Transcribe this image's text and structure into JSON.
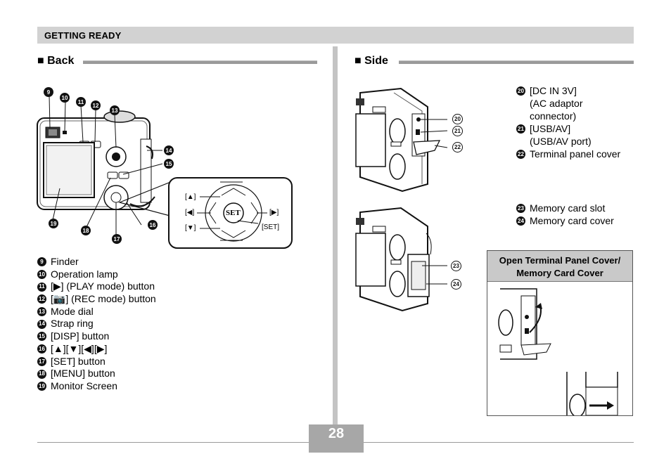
{
  "header": {
    "title": "GETTING READY"
  },
  "back": {
    "title": "■ Back",
    "items": [
      {
        "num": "9",
        "label": "Finder"
      },
      {
        "num": "10",
        "label": "Operation lamp"
      },
      {
        "num": "11",
        "label": "[▶] (PLAY mode) button"
      },
      {
        "num": "12",
        "label": "[📷] (REC mode) button"
      },
      {
        "num": "13",
        "label": "Mode dial"
      },
      {
        "num": "14",
        "label": "Strap ring"
      },
      {
        "num": "15",
        "label": "[DISP] button"
      },
      {
        "num": "16",
        "label": "[▲][▼][◀][▶]"
      },
      {
        "num": "17",
        "label": "[SET] button"
      },
      {
        "num": "18",
        "label": "[MENU] button"
      },
      {
        "num": "19",
        "label": "Monitor Screen"
      }
    ],
    "dpad": {
      "up": "[▲]",
      "left": "[◀]",
      "down": "[▼]",
      "right": "[▶]",
      "set": "SET",
      "set_label": "[SET]"
    }
  },
  "side": {
    "title": "■ Side",
    "items_top": [
      {
        "num": "20",
        "lines": [
          "[DC IN 3V]",
          "(AC adaptor",
          "connector)"
        ]
      },
      {
        "num": "21",
        "lines": [
          "[USB/AV]",
          "(USB/AV port)"
        ]
      },
      {
        "num": "22",
        "lines": [
          "Terminal panel cover"
        ]
      }
    ],
    "items_bottom": [
      {
        "num": "23",
        "label": "Memory card slot"
      },
      {
        "num": "24",
        "label": "Memory card cover"
      }
    ],
    "tip_title": "Open Terminal Panel Cover/ Memory Card Cover"
  },
  "footer": {
    "page": "28"
  }
}
